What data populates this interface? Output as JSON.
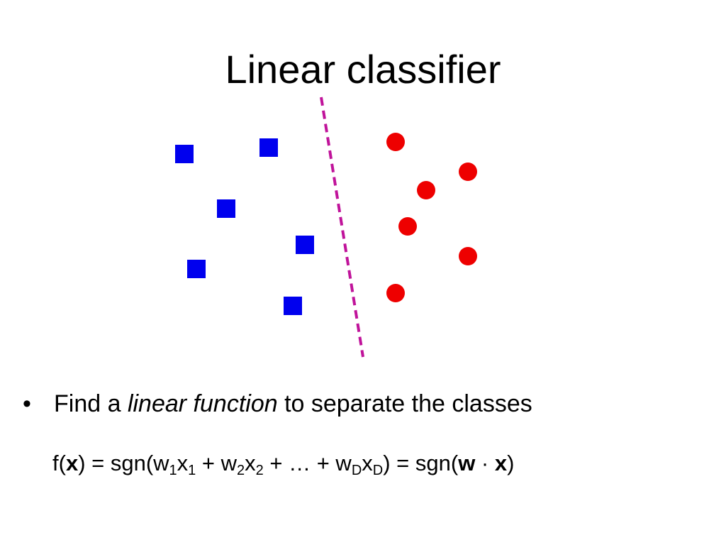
{
  "slide": {
    "title": "Linear classifier"
  },
  "bullet": {
    "marker": "•",
    "before": "Find a ",
    "emphasis": "linear function",
    "after": " to separate the classes"
  },
  "formula": {
    "f_open": "f(",
    "x_bold": "x",
    "mid1": ") = sgn(w",
    "sub1": "1",
    "x1": "x",
    "sub1b": "1",
    "plus2": " + w",
    "sub2": "2",
    "x2": "x",
    "sub2b": "2",
    "ellipsis": " + … + w",
    "subD": "D",
    "xD": "x",
    "subDb": "D",
    "end1": ") = sgn(",
    "w_bold": "w",
    "dot": " · ",
    "x_bold2": "x",
    "end2": ")"
  },
  "colors": {
    "class_a": "#0000ee",
    "class_b": "#ee0000",
    "boundary": "#c0139a"
  },
  "chart_data": {
    "type": "scatter",
    "series": [
      {
        "marker": "square",
        "color": "#0000ee",
        "points": [
          [
            260,
            217
          ],
          [
            379,
            208
          ],
          [
            319,
            294
          ],
          [
            430,
            345
          ],
          [
            277,
            379
          ],
          [
            413,
            431
          ]
        ]
      },
      {
        "marker": "circle",
        "color": "#ee0000",
        "points": [
          [
            558,
            200
          ],
          [
            660,
            242
          ],
          [
            601,
            268
          ],
          [
            575,
            319
          ],
          [
            660,
            361
          ],
          [
            558,
            413
          ]
        ]
      }
    ],
    "boundary": {
      "style": "dashed",
      "from": [
        453,
        137
      ],
      "to": [
        512,
        503
      ]
    }
  }
}
